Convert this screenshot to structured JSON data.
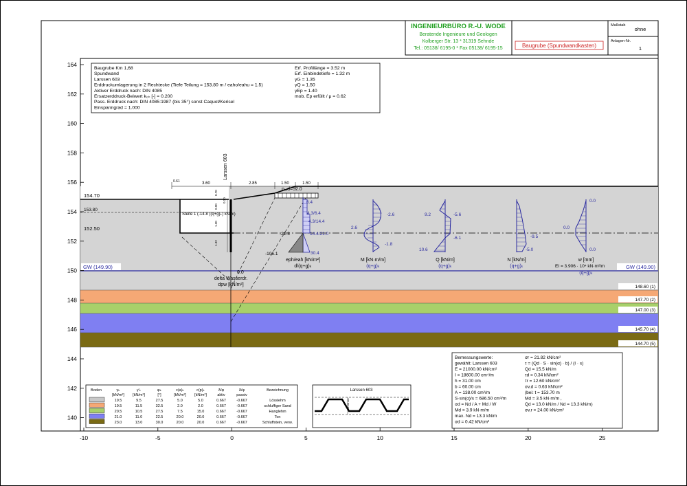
{
  "title_block": {
    "company": "INGENIEURBÜRO R.-U. WODE",
    "line2": "Beratende Ingenieure und Geologen",
    "line3": "Kolberger Str. 13 * 31319 Sehnde",
    "line4": "Tel.: 05138/ 6195-0 * Fax 05138/ 6195-15",
    "project": "Baugrube (Spundwandkasten)",
    "scale_label": "Maßstab",
    "scale_value": "ohne",
    "annex_label": "Anlagen-Nr.",
    "annex_value": "1"
  },
  "info": {
    "lines": [
      "Baugrube  Km 1,68",
      "Spundwand",
      "Larssen 603",
      "Erddruckumlagerung in 2 Rechtecke (Tiefe Teilung = 153.80 m / eaho/eahu = 1.5)",
      "Aktiver Erddruck nach: DIN 4085",
      "Ersatzerddruck-Beiwert k₀ₕ [-] = 0.200",
      "Pass. Erddruck nach: DIN 4085:1987 (bis 35°) sonst Caquot/Kerisel",
      "Einspanngrad = 1.000"
    ],
    "right_lines": [
      "Erf. Profillänge = 3.52 m",
      "Erf. Einbindetiefe = 1.32 m",
      "γG = 1.35",
      "γQ = 1.50",
      "γEp = 1.40",
      "mob. Ep erfüllt / μ = 0.62"
    ]
  },
  "y_ticks": [
    "164",
    "162",
    "160",
    "158",
    "156",
    "154",
    "152",
    "150",
    "148",
    "146",
    "144",
    "142",
    "140"
  ],
  "x_ticks": [
    "-10",
    "-5",
    "0",
    "5",
    "10",
    "15",
    "20",
    "25"
  ],
  "levels": {
    "top": "154.70",
    "lower": "153.80",
    "excavation": "152.50",
    "gw_left": "GW (149.90)",
    "gw_right": "GW (149.90)",
    "layers": [
      "148.60 (1)",
      "147.70 (2)",
      "147.00 (3)",
      "145.70 (4)",
      "144.70 (5)"
    ]
  },
  "sketch": {
    "wall_label": "Larssen 603",
    "dims": [
      "0.61",
      "3.60",
      "2.85",
      "1.50",
      "1.50",
      "0.20",
      "0.70",
      "0.90",
      "1.30",
      "1.32"
    ],
    "anchor_label": "Steife 1 (-14.8 ((q+g)ₖ) kN/m)",
    "load_label": "pᵥ,d=52.0",
    "water_label1": "delta Wasserdr.",
    "water_label2": "dpw [kN/m²]",
    "water_value": "0.0"
  },
  "diagrams": {
    "earth": {
      "label1": "eph/eah [kN/m²]",
      "label2": "d/(q+g)ₖ",
      "values": [
        "6.4",
        "4.3/6.4",
        "4.3/14.4",
        "14.4/21.0",
        "-21.3",
        "30.4",
        "-106.1"
      ]
    },
    "moment": {
      "label1": "M [kN·m/m]",
      "label2": "(q+g)ₖ",
      "values": [
        "-2.6",
        "2.6",
        "-1.8"
      ]
    },
    "shear": {
      "label1": "Q [kN/m]",
      "label2": "(q+g)ₖ",
      "values": [
        "9.2",
        "-5.6",
        "-6.1",
        "10.6"
      ]
    },
    "normal": {
      "label1": "N [kN/m]",
      "label2": "(q+g)ₖ",
      "values": [
        "-9.5",
        "-5.0"
      ]
    },
    "deflection": {
      "label1": "w [mm]",
      "label2": "(q+g)ₖ",
      "values": [
        "0.0",
        "0.0",
        "0.0"
      ],
      "ei": "EI =  3.906 · 10⁴ kN·m²/m"
    }
  },
  "soil_table": {
    "headers1": [
      "Boden",
      "γₖ",
      "γ'ₖ",
      "φₖ",
      "c(a)ₖ",
      "c(p)ₖ",
      "δ/φ",
      "δ/φ",
      "Bezeichnung"
    ],
    "headers2": [
      "",
      "[kN/m³]",
      "[kN/m³]",
      "[°]",
      "[kN/m²]",
      "[kN/m²]",
      "aktiv",
      "passiv",
      ""
    ],
    "rows": [
      {
        "color": "#c8c8c8",
        "cells": [
          "19.5",
          "9.5",
          "27.5",
          "5.0",
          "5.0",
          "0.667",
          "-0.667",
          "Lösslehm"
        ]
      },
      {
        "color": "#f5a875",
        "cells": [
          "19.5",
          "11.5",
          "32.5",
          "2.0",
          "2.0",
          "0.667",
          "-0.667",
          "schluffiger Sand"
        ]
      },
      {
        "color": "#a8d06a",
        "cells": [
          "20.5",
          "10.5",
          "27.5",
          "7.5",
          "15.0",
          "0.667",
          "-0.667",
          "Hanglehm"
        ]
      },
      {
        "color": "#7f7ff2",
        "cells": [
          "21.0",
          "11.0",
          "22.5",
          "20.0",
          "20.0",
          "0.667",
          "-0.667",
          "Ton"
        ]
      },
      {
        "color": "#7a6a14",
        "cells": [
          "23.0",
          "13.0",
          "30.0",
          "20.0",
          "20.0",
          "0.667",
          "-0.667",
          "Schluffstein, verw."
        ]
      }
    ]
  },
  "profile_label": "Larssen 603",
  "profile_dim": "31.00 cm",
  "design": {
    "left": [
      "Bemessungswerte:",
      "gewählt: Larssen 603",
      "E = 21000.00 kN/cm²",
      "I = 18600.00 cm⁴/m",
      "h = 31.00 cm",
      "b = 60.00 cm",
      "A = 138.00 cm²/m",
      "S·sin(α)/s = 686.50 cm³/m",
      "σd = Nd / A + Md / W",
      "Md = 3.9 kN·m/m",
      "max. Nd = 13.3 kN/m",
      "σd = 0.42 kN/cm²"
    ],
    "right": [
      "σr = 21.82 kN/cm²",
      "τ = (Qd · S · sin(α) · b) / (I · s)",
      "Qd = 15.5 kN/m",
      "τd = 0.34 kN/cm²",
      "τr = 12.60 kN/cm²",
      "σv,d = 0.63 kN/cm²",
      "(bei: t = 153.70 m",
      "Md = 3.5 kN·m/m ,",
      "Qd = 13.0 kN/m / Nd = 13.3 kN/m)",
      "σv,r = 24.00 kN/cm²"
    ]
  },
  "colors": {
    "ground": "#d4d4d4",
    "diagram": "#2a2aa0",
    "gw": "#2a2aa0",
    "company": "#22a022",
    "project": "#cc2222"
  }
}
